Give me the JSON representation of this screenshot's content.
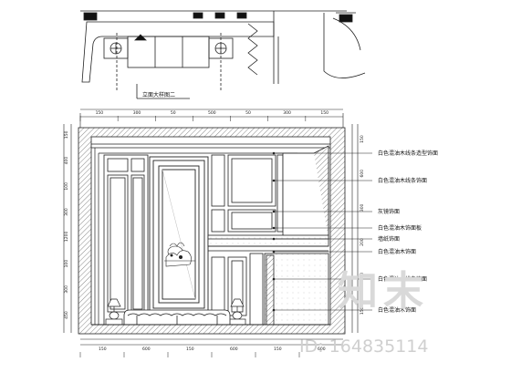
{
  "drawing": {
    "plan_callout_label": "立面大样图二",
    "annotations": [
      "白色混油木线条造型饰面",
      "白色混油木线条饰面",
      "灰镜饰面",
      "白色混油木饰面板",
      "墙纸饰面",
      "白色混油木饰面",
      "白色混油木线条饰面",
      "白色混油木饰面"
    ],
    "dims_top": [
      "150",
      "300",
      "50",
      "500",
      "50",
      "300",
      "150"
    ],
    "dims_bottom": [
      "150",
      "600",
      "150",
      "600",
      "150",
      "600"
    ],
    "dims_left": [
      "150",
      "400",
      "100",
      "300",
      "1200",
      "100",
      "300",
      "450"
    ],
    "dims_right": [
      "150",
      "600",
      "300",
      "200",
      "600",
      "150"
    ]
  },
  "watermark": {
    "text": "知末",
    "id": "ID: 164835114"
  }
}
